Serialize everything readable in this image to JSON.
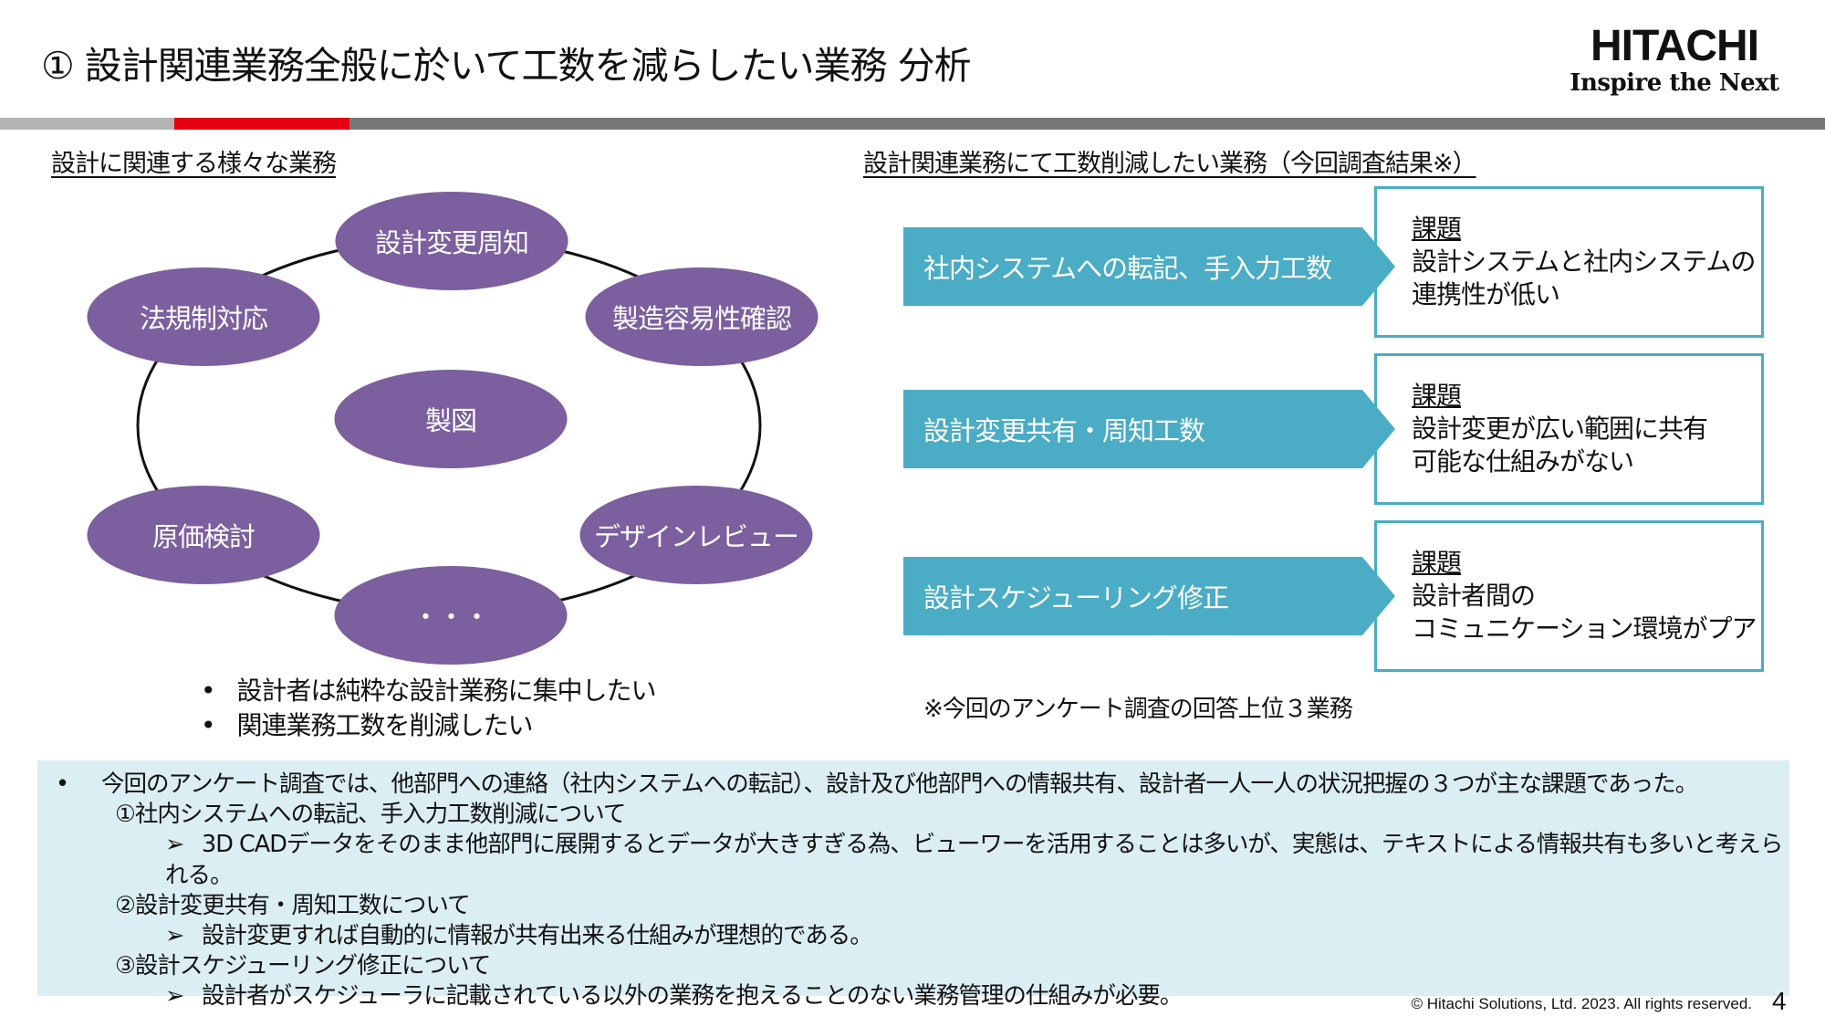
{
  "header": {
    "title": "① 設計関連業務全般に於いて工数を減らしたい業務 分析",
    "logo_brand": "HITACHI",
    "logo_tagline": "Inspire the Next"
  },
  "colors": {
    "accent_red": "#e60012",
    "purple": "#7b5f9e",
    "teal": "#4aacc5",
    "summary_bg": "#dbeef4"
  },
  "left": {
    "heading": "設計に関連する様々な業務",
    "center": "製図",
    "ring": [
      "設計変更周知",
      "製造容易性確認",
      "デザインレビュー",
      "・・・",
      "原価検討",
      "法規制対応"
    ],
    "bullets": [
      "設計者は純粋な設計業務に集中したい",
      "関連業務工数を削減したい"
    ],
    "bullet_glyph": "•"
  },
  "right": {
    "heading": "設計関連業務にて工数削減したい業務（今回調査結果※）",
    "items": [
      {
        "task": "社内システムへの転記、手入力工数",
        "issue_label": "課題",
        "issue_lines": [
          "設計システムと社内システムの",
          "連携性が低い"
        ]
      },
      {
        "task": "設計変更共有・周知工数",
        "issue_label": "課題",
        "issue_lines": [
          "設計変更が広い範囲に共有",
          "可能な仕組みがない"
        ]
      },
      {
        "task": "設計スケジューリング修正",
        "issue_label": "課題",
        "issue_lines": [
          "設計者間の",
          "コミュニケーション環境がプア"
        ]
      }
    ],
    "note": "※今回のアンケート調査の回答上位３業務"
  },
  "summary": {
    "bullet": "•",
    "arrow": "➢",
    "intro": "今回のアンケート調査では、他部門への連絡（社内システムへの転記）、設計及び他部門への情報共有、設計者一人一人の状況把握の３つが主な課題であった。",
    "sections": [
      {
        "title": "①社内システムへの転記、手入力工数削減について",
        "detail": "3D CADデータをそのまま他部門に展開するとデータが大きすぎる為、ビューワーを活用することは多いが、実態は、テキストによる情報共有も多いと考えられる。"
      },
      {
        "title": "②設計変更共有・周知工数について",
        "detail": "設計変更すれば自動的に情報が共有出来る仕組みが理想的である。"
      },
      {
        "title": "③設計スケジューリング修正について",
        "detail": "設計者がスケジューラに記載されている以外の業務を抱えることのない業務管理の仕組みが必要。"
      }
    ]
  },
  "footer": {
    "copyright": "© Hitachi Solutions, Ltd. 2023. All rights reserved.",
    "page": "4"
  }
}
